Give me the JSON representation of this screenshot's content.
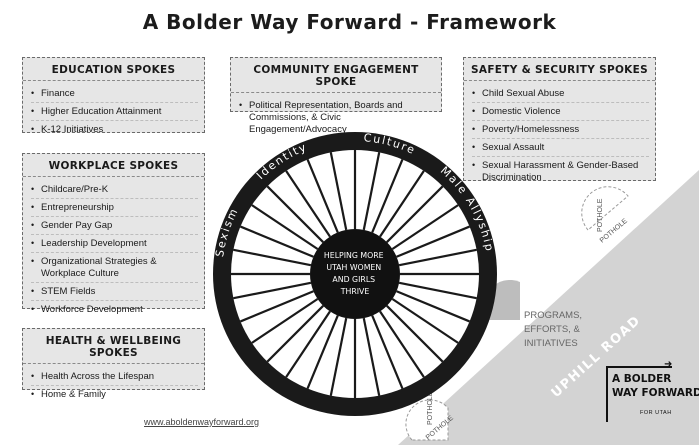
{
  "title": "A Bolder Way Forward - Framework",
  "education": {
    "title": "EDUCATION SPOKES",
    "items": [
      "Finance",
      "Higher Education Attainment",
      "K-12 Initiatives"
    ]
  },
  "community": {
    "title": "COMMUNITY ENGAGEMENT SPOKE",
    "items": [
      "Political Representation, Boards and Commissions, & Civic Engagement/Advocacy"
    ]
  },
  "safety": {
    "title": "SAFETY & SECURITY SPOKES",
    "items": [
      "Child Sexual Abuse",
      "Domestic Violence",
      "Poverty/Homelessness",
      "Sexual Assault",
      "Sexual Harassment & Gender-Based Discrimination"
    ]
  },
  "workplace": {
    "title": "WORKPLACE SPOKES",
    "items": [
      "Childcare/Pre-K",
      "Entrepreneurship",
      "Gender Pay Gap",
      "Leadership Development",
      "Organizational Strategies & Workplace Culture",
      "STEM Fields",
      "Workforce Development"
    ]
  },
  "health": {
    "title": "HEALTH & WELLBEING SPOKES",
    "items": [
      "Health Across the Lifespan",
      "Home & Family"
    ]
  },
  "wheel": {
    "hub_text": [
      "HELPING MORE",
      "UTAH WOMEN",
      "AND GIRLS",
      "THRIVE"
    ],
    "rim_labels": [
      "Sexism",
      "Identity",
      "Culture",
      "Male Allyship"
    ]
  },
  "road": {
    "pothole_label": "POTHOLE",
    "programs_text": [
      "PROGRAMS,",
      "EFFORTS, &",
      "INITIATIVES"
    ],
    "road_label": "UPHILL ROAD"
  },
  "url": "www.aboldenwayforward.org",
  "logo": {
    "lines": [
      "A BOLDER",
      "WAY FORWARD"
    ],
    "sub": "FOR UTAH"
  },
  "colors": {
    "box_fill": "#e6e6e6",
    "road_fill": "#d3d3d3",
    "wheel_rim": "#1a1a1a",
    "hub_fill": "#111111"
  }
}
